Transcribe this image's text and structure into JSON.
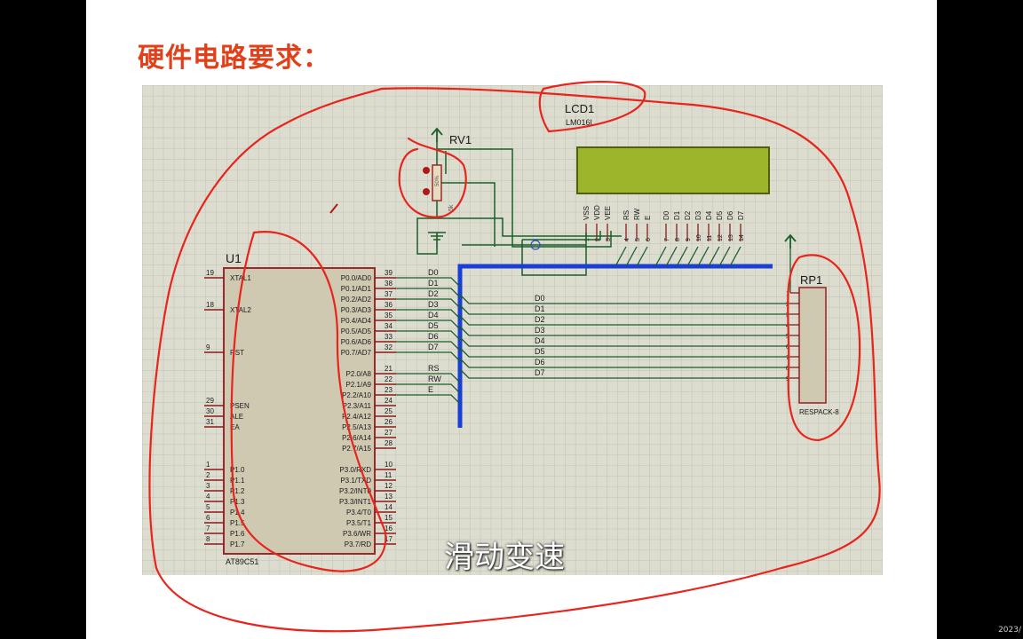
{
  "slide": {
    "title": "硬件电路要求：",
    "subtitle": "滑动变速",
    "corner_text": "2023/"
  },
  "colors": {
    "annotation": "#e8241c",
    "wire": "#1a5e2a",
    "bus": "#1a3fd6",
    "chip_body": "#cfc9b2",
    "chip_border": "#9a2a2a",
    "lcd_screen": "#9db52a",
    "grid_bg": "#dcdccf"
  },
  "schematic": {
    "u1": {
      "ref": "U1",
      "part": "AT89C51",
      "left_pins": [
        {
          "num": "19",
          "name": "XTAL1"
        },
        {
          "num": "18",
          "name": "XTAL2"
        },
        {
          "num": "9",
          "name": "RST"
        },
        {
          "num": "29",
          "name": "PSEN"
        },
        {
          "num": "30",
          "name": "ALE"
        },
        {
          "num": "31",
          "name": "EA"
        },
        {
          "num": "1",
          "name": "P1.0"
        },
        {
          "num": "2",
          "name": "P1.1"
        },
        {
          "num": "3",
          "name": "P1.2"
        },
        {
          "num": "4",
          "name": "P1.3"
        },
        {
          "num": "5",
          "name": "P1.4"
        },
        {
          "num": "6",
          "name": "P1.5"
        },
        {
          "num": "7",
          "name": "P1.6"
        },
        {
          "num": "8",
          "name": "P1.7"
        }
      ],
      "right_pins": [
        {
          "num": "39",
          "name": "P0.0/AD0",
          "net": "D0"
        },
        {
          "num": "38",
          "name": "P0.1/AD1",
          "net": "D1"
        },
        {
          "num": "37",
          "name": "P0.2/AD2",
          "net": "D2"
        },
        {
          "num": "36",
          "name": "P0.3/AD3",
          "net": "D3"
        },
        {
          "num": "35",
          "name": "P0.4/AD4",
          "net": "D4"
        },
        {
          "num": "34",
          "name": "P0.5/AD5",
          "net": "D5"
        },
        {
          "num": "33",
          "name": "P0.6/AD6",
          "net": "D6"
        },
        {
          "num": "32",
          "name": "P0.7/AD7",
          "net": "D7"
        },
        {
          "num": "21",
          "name": "P2.0/A8",
          "net": "RS"
        },
        {
          "num": "22",
          "name": "P2.1/A9",
          "net": "RW"
        },
        {
          "num": "23",
          "name": "P2.2/A10",
          "net": "E"
        },
        {
          "num": "24",
          "name": "P2.3/A11",
          "net": ""
        },
        {
          "num": "25",
          "name": "P2.4/A12",
          "net": ""
        },
        {
          "num": "26",
          "name": "P2.5/A13",
          "net": ""
        },
        {
          "num": "27",
          "name": "P2.6/A14",
          "net": ""
        },
        {
          "num": "28",
          "name": "P2.7/A15",
          "net": ""
        },
        {
          "num": "10",
          "name": "P3.0/RXD",
          "net": ""
        },
        {
          "num": "11",
          "name": "P3.1/TXD",
          "net": ""
        },
        {
          "num": "12",
          "name": "P3.2/INT0",
          "net": ""
        },
        {
          "num": "13",
          "name": "P3.3/INT1",
          "net": ""
        },
        {
          "num": "14",
          "name": "P3.4/T0",
          "net": ""
        },
        {
          "num": "15",
          "name": "P3.5/T1",
          "net": ""
        },
        {
          "num": "16",
          "name": "P3.6/WR",
          "net": ""
        },
        {
          "num": "17",
          "name": "P3.7/RD",
          "net": ""
        }
      ]
    },
    "lcd": {
      "ref": "LCD1",
      "part": "LM016L",
      "pins": [
        {
          "name": "VSS",
          "num": "1"
        },
        {
          "name": "VDD",
          "num": "2"
        },
        {
          "name": "VEE",
          "num": "3"
        },
        {
          "name": "RS",
          "num": "4"
        },
        {
          "name": "RW",
          "num": "5"
        },
        {
          "name": "E",
          "num": "6"
        },
        {
          "name": "D0",
          "num": "7"
        },
        {
          "name": "D1",
          "num": "8"
        },
        {
          "name": "D2",
          "num": "9"
        },
        {
          "name": "D3",
          "num": "10"
        },
        {
          "name": "D4",
          "num": "11"
        },
        {
          "name": "D5",
          "num": "12"
        },
        {
          "name": "D6",
          "num": "13"
        },
        {
          "name": "D7",
          "num": "14"
        }
      ]
    },
    "rv1": {
      "ref": "RV1",
      "value": "5k",
      "percent": "50%"
    },
    "rp1": {
      "ref": "RP1",
      "part": "RESPACK-8",
      "pins": [
        "1",
        "2",
        "3",
        "4",
        "5",
        "6",
        "7",
        "8",
        "9"
      ]
    },
    "net_labels": [
      "D0",
      "D1",
      "D2",
      "D3",
      "D4",
      "D5",
      "D6",
      "D7"
    ]
  }
}
